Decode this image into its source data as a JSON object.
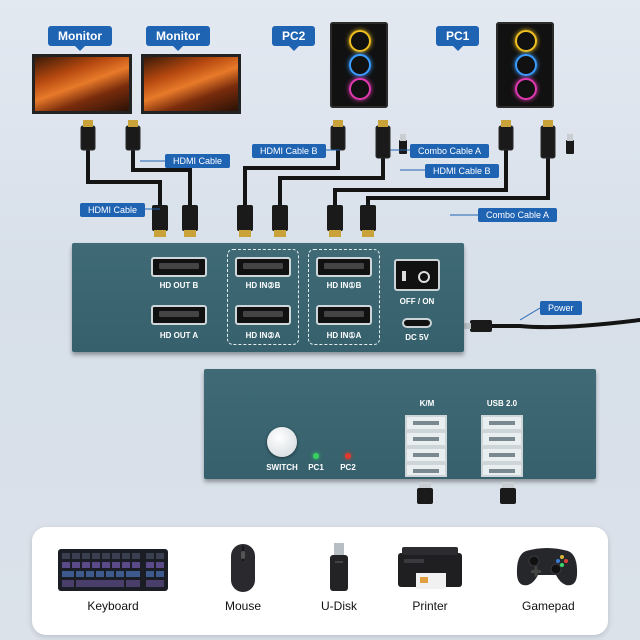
{
  "tags": {
    "monitor1": "Monitor",
    "monitor2": "Monitor",
    "pc2": "PC2",
    "pc1": "PC1"
  },
  "cable_labels": {
    "hdmi_1": "HDMI Cable",
    "hdmi_2": "HDMI Cable",
    "hdmi_b": "HDMI Cable B",
    "combo_a_1": "Combo Cable A",
    "hdmi_b_2": "HDMI Cable B",
    "combo_a_2": "Combo Cable A",
    "power": "Power"
  },
  "back_panel": {
    "hd_out_b": "HD OUT B",
    "hd_out_a": "HD OUT A",
    "hd_in_2b": "HD IN②B",
    "hd_in_2a": "HD IN②A",
    "hd_in_1b": "HD IN①B",
    "hd_in_1a": "HD IN①A",
    "switch_label": "OFF / ON",
    "dc_label": "DC 5V"
  },
  "front_panel": {
    "switch_label": "SWITCH",
    "pc1": "PC1",
    "pc2": "PC2",
    "km_label": "K/M",
    "usb_label": "USB 2.0",
    "led_colors": {
      "pc1": "#38d160",
      "pc2": "#e23a2a"
    }
  },
  "devices": [
    {
      "label": "Keyboard",
      "icon": "keyboard-icon"
    },
    {
      "label": "Mouse",
      "icon": "mouse-icon"
    },
    {
      "label": "U-Disk",
      "icon": "usb-disk-icon"
    },
    {
      "label": "Printer",
      "icon": "printer-icon"
    },
    {
      "label": "Gamepad",
      "icon": "gamepad-icon"
    }
  ],
  "colors": {
    "accent": "#1f63b3",
    "device_body": "#3a6470"
  }
}
